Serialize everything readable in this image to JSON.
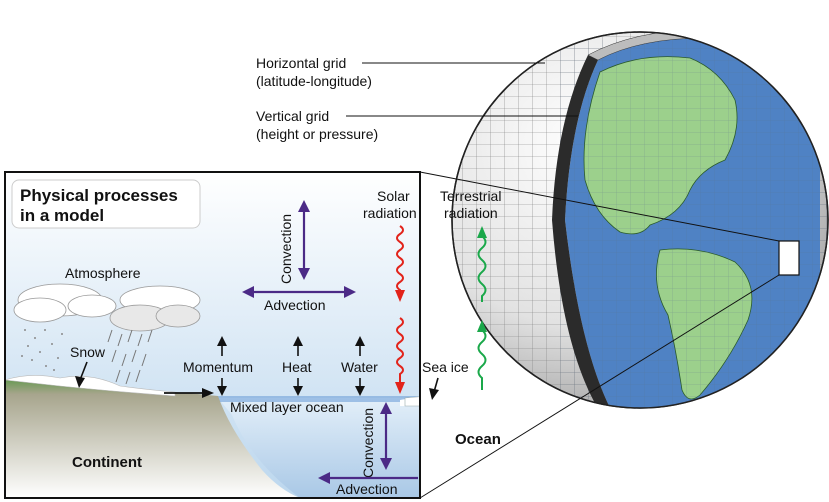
{
  "globe": {
    "horizontal_grid": {
      "line1": "Horizontal grid",
      "line2": "(latitude-longitude)"
    },
    "vertical_grid": {
      "line1": "Vertical grid",
      "line2": "(height or pressure)"
    }
  },
  "panel": {
    "title_line1": "Physical processes",
    "title_line2": "in a model",
    "atmosphere": "Atmosphere",
    "snow": "Snow",
    "momentum": "Momentum",
    "heat": "Heat",
    "water": "Water",
    "sea_ice": "Sea ice",
    "convection_top": "Convection",
    "advection_top": "Advection",
    "solar_line1": "Solar",
    "solar_line2": "radiation",
    "terrestrial_line1": "Terrestrial",
    "terrestrial_line2": "radiation",
    "mixed_layer": "Mixed layer ocean",
    "ocean": "Ocean",
    "continent": "Continent",
    "convection_bottom": "Convection",
    "advection_bottom": "Advection"
  },
  "colors": {
    "purple_arrow": "#4b2a86",
    "solar_red": "#e2231a",
    "terrestrial_green": "#1aa84a",
    "ocean_blue": "#4f82c4",
    "land_green": "#9cd08c"
  }
}
